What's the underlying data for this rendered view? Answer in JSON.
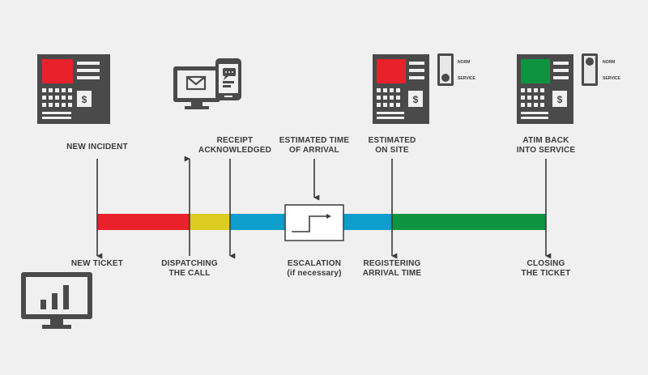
{
  "colors": {
    "background": "#f0f0f0",
    "icon_gray": "#4a4a4a",
    "red": "#e8212a",
    "yellow": "#dccc22",
    "blue": "#0d9ecb",
    "green": "#0e9340",
    "line": "#3a3a3a"
  },
  "icons": {
    "atm_new": "atm-icon",
    "devices": "computer-phone-icon",
    "atm_onsite": "atm-icon",
    "switch": "norm-service-switch-icon",
    "atm_back": "atm-icon",
    "monitor": "monitor-chart-icon",
    "escalation": "step-arrow-icon"
  },
  "top_labels": {
    "new_incident": [
      "NEW INCIDENT"
    ],
    "receipt": [
      "RECEIPT",
      "ACKNOWLEDGED"
    ],
    "eta": [
      "ESTIMATED TIME",
      "OF ARRIVAL"
    ],
    "onsite": [
      "ESTIMATED",
      "ON SITE"
    ],
    "back": [
      "ATIM BACK",
      "INTO SERVICE"
    ]
  },
  "bottom_labels": {
    "new_ticket": [
      "NEW TICKET"
    ],
    "dispatching": [
      "DISPATCHING",
      "THE CALL"
    ],
    "escalation": [
      "ESCALATION",
      "(if necessary)"
    ],
    "registering": [
      "REGISTERING",
      "ARRIVAL TIME"
    ],
    "closing": [
      "CLOSING",
      "THE TICKET"
    ]
  },
  "switch_labels": {
    "norm": "NORM",
    "service": "SERVICE"
  }
}
